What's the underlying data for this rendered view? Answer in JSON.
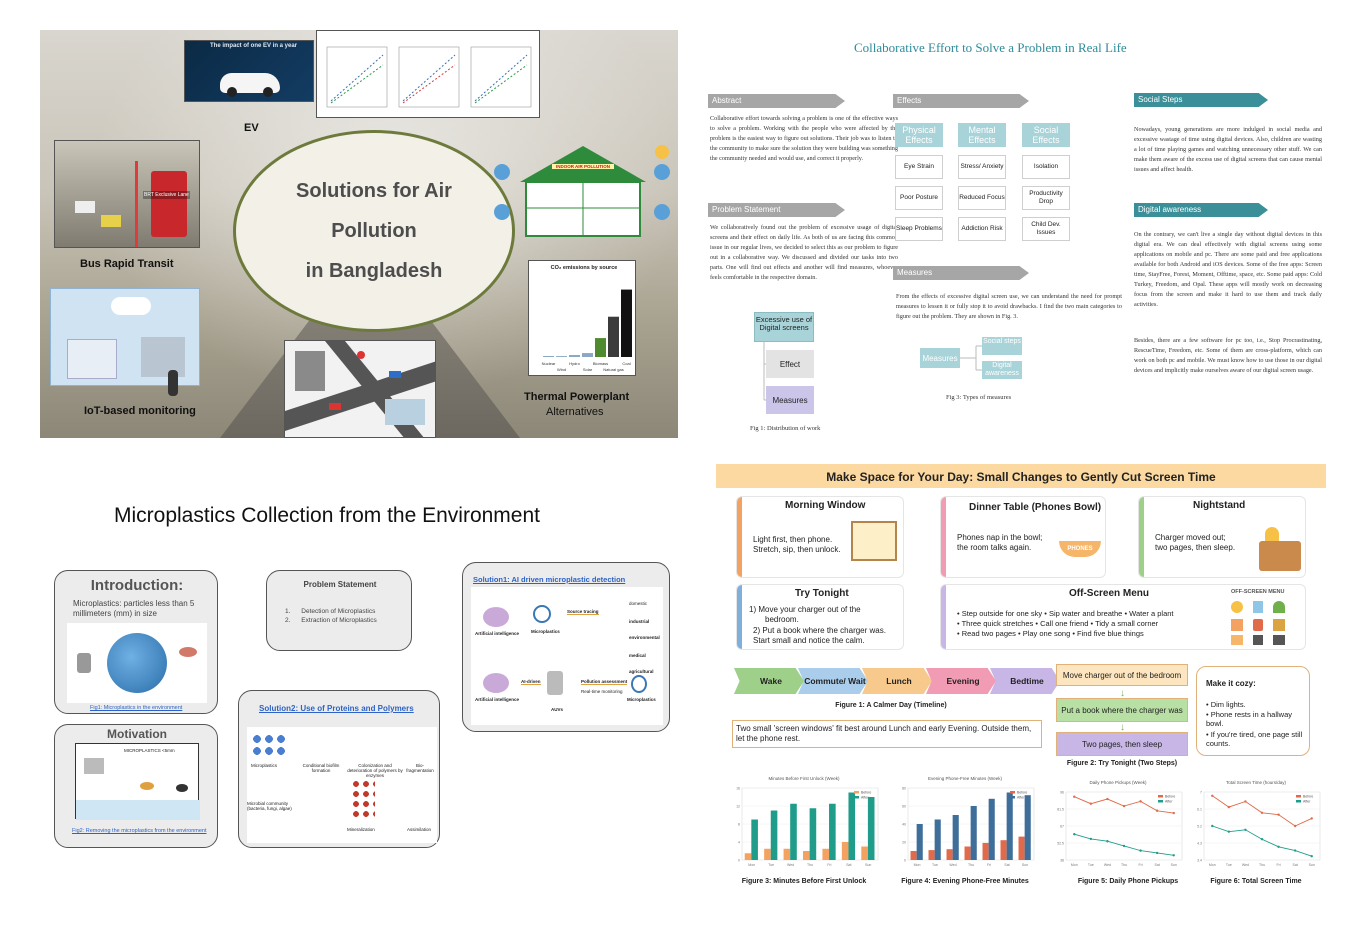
{
  "q1": {
    "title_lines": [
      "Solutions for Air",
      "Pollution",
      "in Bangladesh"
    ],
    "labels": {
      "ev": "EV",
      "brt": "Bus Rapid Transit",
      "iot": "IoT-based monitoring",
      "thermal_line1": "Thermal Powerplant",
      "thermal_line2": "Alternatives"
    },
    "ev_banner": "The impact of one EV in a year",
    "brt_tag": "BRT Exclusive Lane",
    "indoor_banner": "INDOOR AIR POLLUTION",
    "co2_title": "CO₂ emissions by source",
    "co2_bars": [
      {
        "label": "Nuclear",
        "value": 12,
        "color": "#8aa8c4"
      },
      {
        "label": "Wind",
        "value": 11,
        "color": "#8aa8c4"
      },
      {
        "label": "Hydro",
        "value": 24,
        "color": "#8aa8c4"
      },
      {
        "label": "Solar",
        "value": 48,
        "color": "#8aa8c4"
      },
      {
        "label": "Biomass",
        "value": 230,
        "color": "#4f8a2f"
      },
      {
        "label": "Natural gas",
        "value": 490,
        "color": "#3b3b3b"
      },
      {
        "label": "Coal",
        "value": 820,
        "color": "#111111"
      }
    ]
  },
  "q2": {
    "title": "Collaborative Effort to Solve a Problem in Real Life",
    "abstract": {
      "heading": "Abstract",
      "text": "Collaborative effort towards solving a problem is one of the effective ways to solve a problem. Working with the people who were affected by the problem is the easiest way to figure out solutions. Their job was to listen to the community to make sure the solution they were building was something the community needed and would use, and correct it properly."
    },
    "problem": {
      "heading": "Problem Statement",
      "text": "We collaboratively found out the problem of excessive usage of digital screens and their effect on daily life. As both of us are facing this common issue in our regular lives, we decided to select this as our problem to figure out in a collaborative way. We discussed and divided our tasks into two parts. One will find out effects and another will find measures, whoever feels comfortable in the respective domain."
    },
    "distribution": {
      "root": "Excessive use of Digital screens",
      "child1": "Effect",
      "child2": "Measures",
      "caption": "Fig 1: Distribution of work"
    },
    "effects": {
      "heading": "Effects",
      "columns": [
        {
          "header": "Physical Effects",
          "items": [
            "Eye Strain",
            "Poor Posture",
            "Sleep Problems"
          ]
        },
        {
          "header": "Mental Effects",
          "items": [
            "Stress/ Anxiety",
            "Reduced Focus",
            "Addiction Risk"
          ]
        },
        {
          "header": "Social Effects",
          "items": [
            "Isolation",
            "Productivity Drop",
            "Child Dev. Issues"
          ]
        }
      ]
    },
    "measures": {
      "heading": "Measures",
      "text": "From the effects of excessive digital screen use, we can understand the need for prompt measures to lessen it or fully stop it to avoid drawbacks. I find the two main categories to figure out the problem. They are shown in Fig. 3.",
      "root": "Measures",
      "child1": "Social steps",
      "child2": "Digital awareness",
      "caption": "Fig 3: Types of measures"
    },
    "social": {
      "heading": "Social Steps",
      "text": "Nowadays, young generations are more indulged in social media and excessive wastage of time using digital devices. Also, children are wasting a lot of time playing games and watching unnecessary other stuff. We can make them aware of the excess use of digital screens that can cause mental issues and affect health."
    },
    "digital": {
      "heading": "Digital awareness",
      "text1": "On the contrary, we can't live a single day without digital devices in this digital era. We can deal effectively with digital screens using some applications on mobile and pc. There are some paid and free applications available for both Android and iOS devices. Some of the free apps: Screen time, StayFree, Forest, Moment, Offtime, space, etc. Some paid apps: Cold Turkey, Freedom, and Opal. These apps will mostly work on decreasing focus from the screen and make it hard to use them and track daily activities.",
      "text2": "Besides, there are a few software for pc too, i.e., Stop Procrastinating, RescueTime, Freedom, etc. Some of them are cross-platform, which can work on both pc and mobile. We must know how to use those in our digital devices and implicitly make ourselves aware of our digital screen usage."
    }
  },
  "q3": {
    "title": "Microplastics Collection from the Environment",
    "intro": {
      "heading": "Introduction:",
      "text": "Microplastics: particles less than 5 millimeters (mm) in size",
      "caption": "Fig1: Microplastics in the environment"
    },
    "problem": {
      "heading": "Problem Statement",
      "items": [
        "Detection of Microplastics",
        "Extraction of Microplastics"
      ]
    },
    "solution1": {
      "heading": "Solution1: AI driven microplastic detection",
      "labels": [
        "Artificial intelligence",
        "Microplastics",
        "Source tracing",
        "domestic",
        "industrial",
        "environmental",
        "medical",
        "agricultural",
        "AI-driven",
        "Pollution assessment",
        "Real-time monitoring",
        "AUVs",
        "Microplastics"
      ]
    },
    "motivation": {
      "heading": "Motivation",
      "label": "MICROPLASTICS <5mm",
      "caption": "Fig2: Removing the microplastics from the environment"
    },
    "solution2": {
      "heading": "Solution2: Use of Proteins and Polymers",
      "labels": [
        "Microplastics",
        "Conditional biofilm formation",
        "Colonization and deterioration of polymers by enzymes",
        "Bio-fragmentation",
        "Microbial community (bacteria, fungi, algae)",
        "Mineralization",
        "Assimilation"
      ]
    }
  },
  "q4": {
    "title": "Make Space for Your Day: Small Changes to Gently Cut Screen Time",
    "morning": {
      "title": "Morning Window",
      "text1": "Light first, then phone.",
      "text2": "Stretch, sip, then unlock."
    },
    "dinner": {
      "title": "Dinner Table (Phones Bowl)",
      "text1": "Phones nap in the bowl;",
      "text2": "the room talks again.",
      "bowl": "PHONES"
    },
    "night": {
      "title": "Nightstand",
      "text1": "Charger moved out;",
      "text2": "two pages, then sleep."
    },
    "tonight": {
      "title": "Try Tonight",
      "line1": "1)  Move your charger out of the",
      "line1b": "bedroom.",
      "line2": "2) Put a book where the charger was.",
      "line3": "Start small and notice the calm."
    },
    "menu": {
      "title": "Off-Screen Menu",
      "row1": [
        "Step outside for one sky",
        "Sip water and breathe",
        "Water a plant"
      ],
      "row2": [
        "Three quick stretches",
        "Call one friend",
        "Tidy a small corner"
      ],
      "row3": [
        "Read two pages",
        "Play one song",
        "Find five blue things"
      ],
      "icon_title": "OFF-SCREEN MENU"
    },
    "timeline": {
      "steps": [
        {
          "label": "Wake",
          "color": "#9fd08a"
        },
        {
          "label": "Commute/ Wait",
          "color": "#a9cdea"
        },
        {
          "label": "Lunch",
          "color": "#f7c98d"
        },
        {
          "label": "Evening",
          "color": "#f29bb4"
        },
        {
          "label": "Bedtime",
          "color": "#c7b6e6"
        }
      ],
      "caption": "Figure 1: A Calmer Day (Timeline)",
      "note": "Two small 'screen windows' fit best around Lunch and early Evening. Outside them, let the phone rest."
    },
    "steps": {
      "s1": "Move charger out of the bedroom",
      "s2": "Put a book where the charger was",
      "s3": "Two pages, then sleep",
      "caption": "Figure 2: Try Tonight (Two Steps)"
    },
    "cozy": {
      "title": "Make it cozy:",
      "items": [
        "Dim lights.",
        "Phone rests in a hallway bowl.",
        "If you're tired, one page still counts."
      ]
    },
    "colors": {
      "teal": "#1f9d8a",
      "orange": "#f4a261",
      "blue": "#3e6e9a",
      "red": "#e06a4a",
      "header": "#fcd9a0"
    }
  },
  "chart_data": [
    {
      "type": "bar",
      "title": "Minutes Before First Unlock (Week)",
      "caption": "Figure 3: Minutes Before First Unlock",
      "categories": [
        "Mon",
        "Tue",
        "Wed",
        "Thu",
        "Fri",
        "Sat",
        "Sun"
      ],
      "series": [
        {
          "name": "Before",
          "values": [
            1.5,
            2.5,
            2.5,
            2.0,
            2.5,
            4.0,
            3.0
          ],
          "color": "#f4a261"
        },
        {
          "name": "After",
          "values": [
            9.0,
            11.0,
            12.5,
            11.5,
            12.5,
            15.0,
            14.0
          ],
          "color": "#1f9d8a"
        }
      ],
      "ylim": [
        0,
        16
      ]
    },
    {
      "type": "bar",
      "title": "Evening Phone-Free Minutes (Week)",
      "caption": "Figure 4: Evening Phone-Free Minutes",
      "categories": [
        "Mon",
        "Tue",
        "Wed",
        "Thu",
        "Fri",
        "Sat",
        "Sun"
      ],
      "series": [
        {
          "name": "Before",
          "values": [
            10,
            11,
            12,
            15,
            19,
            22,
            26
          ],
          "color": "#e06a4a"
        },
        {
          "name": "After",
          "values": [
            40,
            45,
            50,
            60,
            68,
            75,
            72
          ],
          "color": "#3e6e9a"
        }
      ],
      "ylim": [
        0,
        80
      ]
    },
    {
      "type": "line",
      "title": "Daily Phone Pickups (Week)",
      "caption": "Figure 5: Daily Phone Pickups",
      "categories": [
        "Mon",
        "Tue",
        "Wed",
        "Thu",
        "Fri",
        "Sat",
        "Sun"
      ],
      "series": [
        {
          "name": "Before",
          "values": [
            92,
            86,
            90,
            84,
            88,
            80,
            78
          ],
          "color": "#e06a4a"
        },
        {
          "name": "After",
          "values": [
            60,
            56,
            54,
            50,
            46,
            44,
            42
          ],
          "color": "#1f9d8a"
        }
      ],
      "ylim": [
        38,
        96
      ]
    },
    {
      "type": "line",
      "title": "Total Screen Time (hours/day)",
      "caption": "Figure 6: Total Screen Time",
      "categories": [
        "Mon",
        "Tue",
        "Wed",
        "Thu",
        "Fri",
        "Sat",
        "Sun"
      ],
      "series": [
        {
          "name": "Before",
          "values": [
            6.8,
            6.2,
            6.5,
            5.9,
            5.8,
            5.2,
            5.6
          ],
          "color": "#e06a4a"
        },
        {
          "name": "After",
          "values": [
            5.2,
            4.9,
            5.0,
            4.5,
            4.1,
            3.9,
            3.6
          ],
          "color": "#1f9d8a"
        }
      ],
      "ylim": [
        3.4,
        7.0
      ]
    }
  ]
}
